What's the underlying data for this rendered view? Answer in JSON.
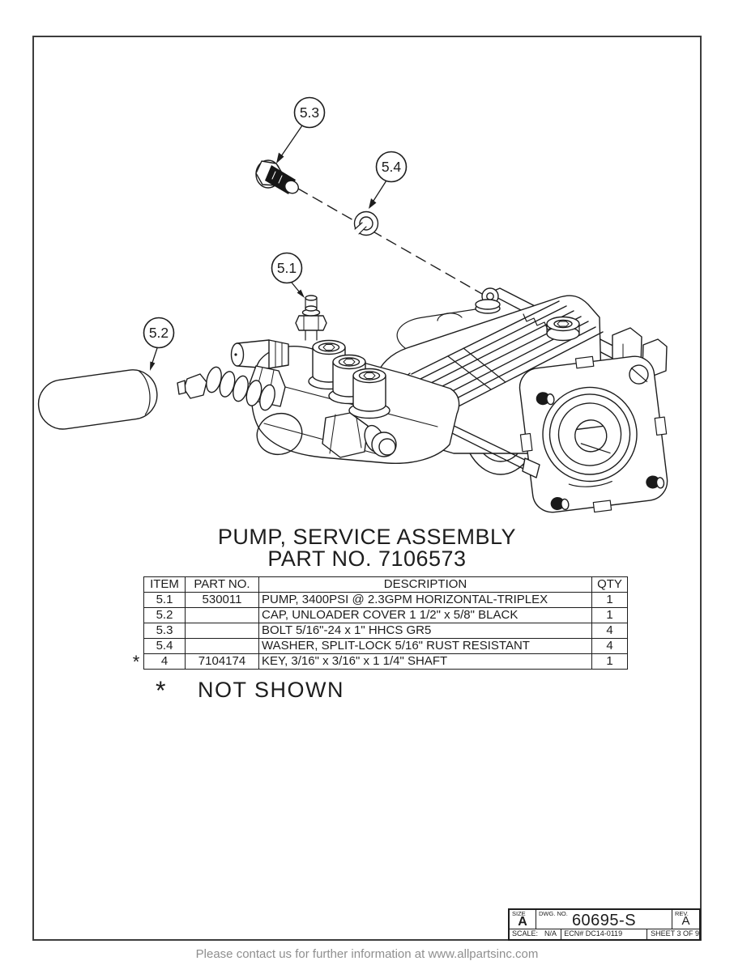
{
  "drawing": {
    "title_line1": "PUMP, SERVICE ASSEMBLY",
    "title_line2": "PART NO. 7106573",
    "not_shown_marker": "*",
    "not_shown_label": "NOT SHOWN",
    "balloons": [
      {
        "id": "5.1"
      },
      {
        "id": "5.2"
      },
      {
        "id": "5.3"
      },
      {
        "id": "5.4"
      }
    ]
  },
  "parts_table": {
    "headers": [
      "ITEM",
      "PART NO.",
      "DESCRIPTION",
      "QTY"
    ],
    "rows": [
      {
        "marker": "",
        "item": "5.1",
        "part_no": "530011",
        "description": "PUMP, 3400PSI @ 2.3GPM HORIZONTAL-TRIPLEX",
        "qty": "1"
      },
      {
        "marker": "",
        "item": "5.2",
        "part_no": "",
        "description": "CAP, UNLOADER COVER 1 1/2\" x 5/8\" BLACK",
        "qty": "1"
      },
      {
        "marker": "",
        "item": "5.3",
        "part_no": "",
        "description": "BOLT 5/16\"-24 x 1\" HHCS GR5",
        "qty": "4"
      },
      {
        "marker": "",
        "item": "5.4",
        "part_no": "",
        "description": "WASHER, SPLIT-LOCK 5/16\" RUST RESISTANT",
        "qty": "4"
      },
      {
        "marker": "*",
        "item": "4",
        "part_no": "7104174",
        "description": "KEY, 3/16\" x 3/16\" x 1 1/4\" SHAFT",
        "qty": "1"
      }
    ]
  },
  "title_block": {
    "size_label": "SIZE",
    "size_value": "A",
    "dwg_label": "DWG.  NO.",
    "dwg_value": "60695-S",
    "rev_label": "REV.",
    "rev_value": "A",
    "scale_label": "SCALE:",
    "scale_value": "N/A",
    "ecn": "ECN# DC14-0119",
    "sheet": "SHEET 3 OF 9"
  },
  "footer": {
    "note": "Please contact us for further information at www.allpartsinc.com"
  },
  "colors": {
    "line": "#1d1d1d",
    "border": "#3d3d3d",
    "footer_text": "#8f8f8f",
    "paper": "#ffffff",
    "bolt_shaft_fill": "#161616"
  }
}
